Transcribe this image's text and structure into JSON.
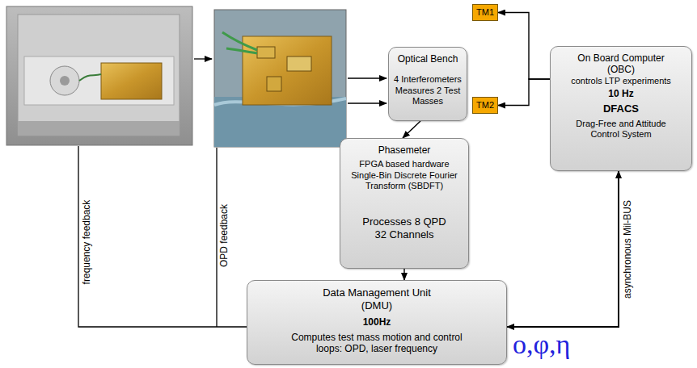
{
  "diagram": {
    "nodes": [
      {
        "text": [
          "TM1"
        ]
      },
      {
        "text": [
          "Optical Bench",
          "4 Interferometers Measures 2 Test Masses"
        ]
      },
      {
        "text": [
          "On Board Computer (OBC)",
          "controls LTP experiments",
          "10 Hz",
          "DFACS",
          "Drag-Free and Attitude Control System"
        ]
      },
      {
        "text": [
          "TM2"
        ]
      },
      {
        "text": [
          "Phasemeter",
          "FPGA based hardware Single-Bin Discrete Fourier Transform (SBDFT)",
          "Processes 8 QPD 32 Channels"
        ]
      },
      {
        "text": [
          "Data Management Unit (DMU)",
          "100Hz",
          "Computes test mass motion and control loops: OPD, laser frequency"
        ]
      }
    ],
    "edges": [
      {
        "from": 1,
        "to": 4,
        "arrow": "to"
      },
      {
        "from": 2,
        "to": 0,
        "arrow": "to"
      },
      {
        "from": 2,
        "to": 3,
        "arrow": "to"
      },
      {
        "from": 4,
        "to": 5,
        "arrow": "to"
      },
      {
        "from": 5,
        "to": 2,
        "arrow": "both",
        "label": "asynchronous Mil-BUS"
      }
    ],
    "labels": [
      "frequency feedback",
      "OPD feedback",
      "o,φ,η"
    ]
  }
}
